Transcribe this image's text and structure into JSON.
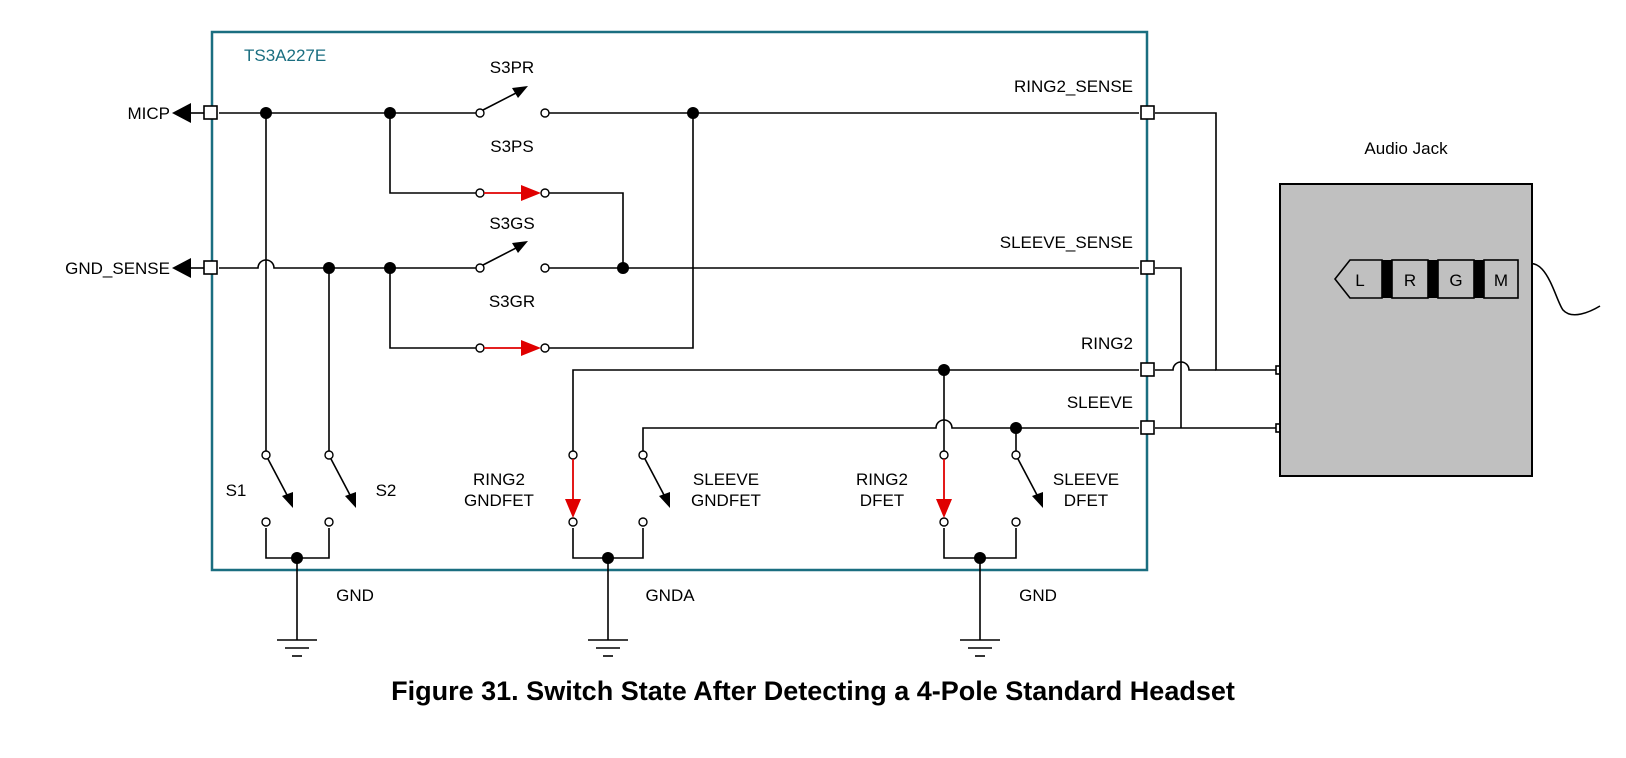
{
  "chip": {
    "name": "TS3A227E",
    "border_color": "#1a6e80"
  },
  "pins": {
    "micp": "MICP",
    "gnd_sense": "GND_SENSE",
    "ring2_sense": "RING2_SENSE",
    "sleeve_sense": "SLEEVE_SENSE",
    "ring2": "RING2",
    "sleeve": "SLEEVE"
  },
  "switches": {
    "s3pr": "S3PR",
    "s3ps": "S3PS",
    "s3gs": "S3GS",
    "s3gr": "S3GR",
    "s1": "S1",
    "s2": "S2",
    "ring2_gndfet": [
      "RING2",
      "GNDFET"
    ],
    "sleeve_gndfet": [
      "SLEEVE",
      "GNDFET"
    ],
    "ring2_dfet": [
      "RING2",
      "DFET"
    ],
    "sleeve_dfet": [
      "SLEEVE",
      "DFET"
    ]
  },
  "grounds": {
    "g1": "GND",
    "g2": "GNDA",
    "g3": "GND"
  },
  "jack": {
    "title": "Audio Jack",
    "segments": [
      "L",
      "R",
      "G",
      "M"
    ],
    "fill_color": "#c0c0c0"
  },
  "closed_switch_color": "#e00000",
  "caption": "Figure 31.  Switch State After Detecting a 4-Pole Standard Headset"
}
